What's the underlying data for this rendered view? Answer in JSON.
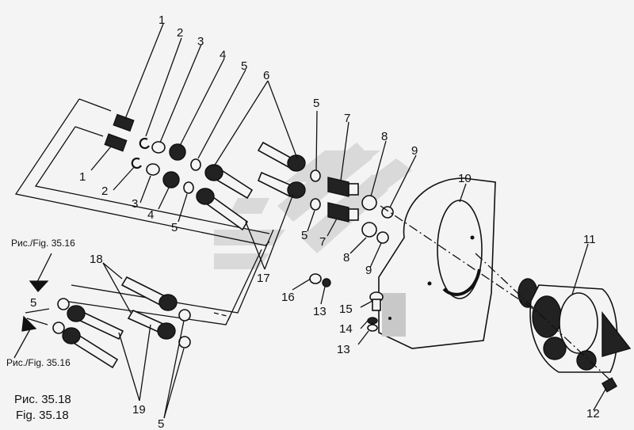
{
  "callouts": [
    {
      "id": "c1a",
      "text": "1"
    },
    {
      "id": "c1b",
      "text": "1"
    },
    {
      "id": "c2a",
      "text": "2"
    },
    {
      "id": "c2b",
      "text": "2"
    },
    {
      "id": "c3a",
      "text": "3"
    },
    {
      "id": "c3b",
      "text": "3"
    },
    {
      "id": "c4a",
      "text": "4"
    },
    {
      "id": "c4b",
      "text": "4"
    },
    {
      "id": "c5a",
      "text": "5"
    },
    {
      "id": "c5b",
      "text": "5"
    },
    {
      "id": "c5c",
      "text": "5"
    },
    {
      "id": "c5d",
      "text": "5"
    },
    {
      "id": "c5e",
      "text": "5"
    },
    {
      "id": "c6",
      "text": "6"
    },
    {
      "id": "c7a",
      "text": "7"
    },
    {
      "id": "c7b",
      "text": "7"
    },
    {
      "id": "c8a",
      "text": "8"
    },
    {
      "id": "c8b",
      "text": "8"
    },
    {
      "id": "c9a",
      "text": "9"
    },
    {
      "id": "c9b",
      "text": "9"
    },
    {
      "id": "c10",
      "text": "10"
    },
    {
      "id": "c11",
      "text": "11"
    },
    {
      "id": "c12",
      "text": "12"
    },
    {
      "id": "c13a",
      "text": "13"
    },
    {
      "id": "c13b",
      "text": "13"
    },
    {
      "id": "c14",
      "text": "14"
    },
    {
      "id": "c15",
      "text": "15"
    },
    {
      "id": "c16",
      "text": "16"
    },
    {
      "id": "c17",
      "text": "17"
    },
    {
      "id": "c18",
      "text": "18"
    },
    {
      "id": "c19",
      "text": "19"
    }
  ],
  "refs": {
    "top": "Рис./Fig. 35.16",
    "bottom": "Рис./Fig. 35.16"
  },
  "caption": {
    "ru": "Рис. 35.18",
    "en": "Fig. 35.18"
  }
}
